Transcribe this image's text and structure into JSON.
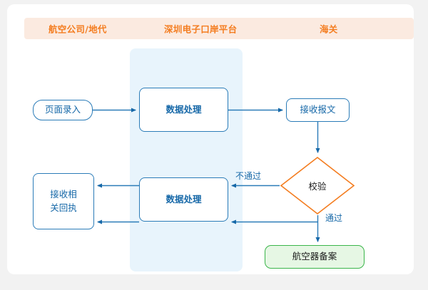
{
  "canvas": {
    "background_color": "#f2f2f2",
    "card_color": "#ffffff"
  },
  "lanes": {
    "header_background": "#fbeae0",
    "header_text_color": "#f47d20",
    "band_color": "#e8f4fc",
    "titles": [
      {
        "label": "航空公司/地代"
      },
      {
        "label": "深圳电子口岸平台"
      },
      {
        "label": "海关"
      }
    ]
  },
  "nodes": [
    {
      "id": "page-entry",
      "label": "页面录入",
      "shape": "pill",
      "lane": "航空公司/地代",
      "color": "#1668a8"
    },
    {
      "id": "data-proc-1",
      "label": "数据处理",
      "shape": "rounded-rect",
      "lane": "深圳电子口岸平台",
      "color": "#1668a8"
    },
    {
      "id": "receive-msg",
      "label": "接收报文",
      "shape": "rounded-rect",
      "lane": "海关",
      "color": "#1668a8"
    },
    {
      "id": "verify",
      "label": "校验",
      "shape": "diamond",
      "lane": "海关",
      "color": "#f47d20"
    },
    {
      "id": "aircraft-record",
      "label": "航空器备案",
      "shape": "rounded-rect",
      "lane": "海关",
      "color": "#3ab54a"
    },
    {
      "id": "data-proc-2",
      "label": "数据处理",
      "shape": "rounded-rect",
      "lane": "深圳电子口岸平台",
      "color": "#1668a8"
    },
    {
      "id": "receipt",
      "label_line1": "接收相",
      "label_line2": "关回执",
      "shape": "rounded-rect",
      "lane": "航空公司/地代",
      "color": "#1668a8"
    }
  ],
  "edges": [
    {
      "from": "page-entry",
      "to": "data-proc-1",
      "label": ""
    },
    {
      "from": "data-proc-1",
      "to": "receive-msg",
      "label": ""
    },
    {
      "from": "receive-msg",
      "to": "verify",
      "label": ""
    },
    {
      "from": "verify",
      "to": "data-proc-2",
      "label": "不通过"
    },
    {
      "from": "verify",
      "to": "aircraft-record",
      "label": "通过"
    },
    {
      "from": "verify",
      "to": "data-proc-2-lower",
      "label": ""
    },
    {
      "from": "data-proc-2",
      "to": "receipt",
      "label": ""
    }
  ],
  "edge_labels": {
    "fail": "不通过",
    "pass": "通过"
  },
  "colors": {
    "accent_orange": "#f47d20",
    "accent_blue": "#1668a8",
    "line_blue": "#2b7cb8",
    "accent_green": "#3ab54a",
    "green_fill": "#e6f7e4"
  }
}
